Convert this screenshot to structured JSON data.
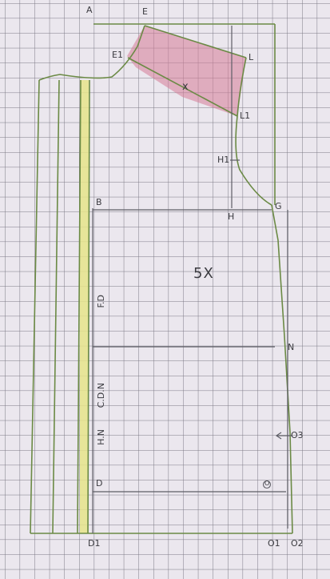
{
  "points": {
    "A": "A",
    "E": "E",
    "E1": "E1",
    "L": "L",
    "L1": "L1",
    "H1": "H1",
    "B": "B",
    "H": "H",
    "G": "G",
    "size": "5X",
    "N": "N",
    "O3": "O3",
    "D": "D",
    "O": "O",
    "D1": "D1",
    "O1": "O1",
    "O2": "O2",
    "shoulder_mark": "x"
  },
  "vertical_labels": {
    "fold": "F.D",
    "center_front": "C.D.N",
    "hip": "H.N"
  },
  "colors": {
    "paper": "#ebe7ee",
    "grid": "#7b7884",
    "pattern_line": "#6b8a45",
    "shoulder_fill": "#d57c97",
    "button_stand": "#e6e48a",
    "pencil": "#5e5e66"
  }
}
